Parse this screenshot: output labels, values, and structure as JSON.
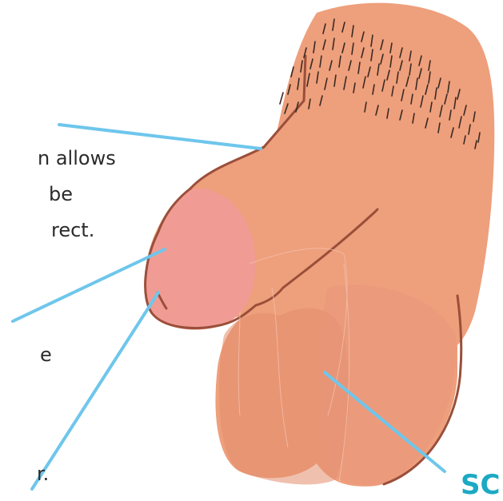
{
  "colors": {
    "skin": "#ee9f7c",
    "skin_dark": "#e38d6e",
    "glans": "#f09c95",
    "outline": "#9a4f3a",
    "leader_line": "#6ec6ec",
    "label_accent": "#1ba9c4"
  },
  "labels": {
    "foreskin_line1": "n allows",
    "foreskin_line2": "be",
    "foreskin_line3": "rect.",
    "glans_fragment": "e",
    "urethra_fragment": "r.",
    "scrotum": "SC"
  }
}
